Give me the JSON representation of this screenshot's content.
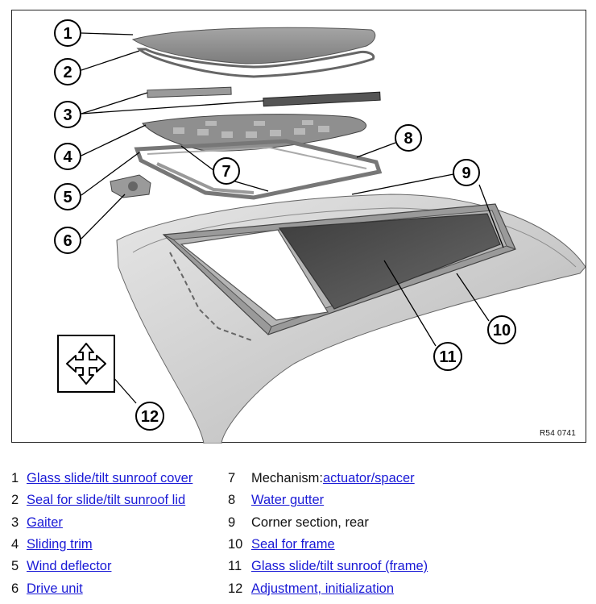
{
  "figure": {
    "reference_code": "R54 0741",
    "callouts": [
      "1",
      "2",
      "3",
      "4",
      "5",
      "6",
      "7",
      "8",
      "9",
      "10",
      "11",
      "12"
    ]
  },
  "legend": {
    "left": [
      {
        "num": "1",
        "prefix": "",
        "link": "Glass slide/tilt sunroof cover"
      },
      {
        "num": "2",
        "prefix": "",
        "link": "Seal for slide/tilt sunroof lid"
      },
      {
        "num": "3",
        "prefix": "",
        "link": "Gaiter"
      },
      {
        "num": "4",
        "prefix": "",
        "link": "Sliding trim"
      },
      {
        "num": "5",
        "prefix": "",
        "link": "Wind deflector"
      },
      {
        "num": "6",
        "prefix": "",
        "link": "Drive unit"
      }
    ],
    "right": [
      {
        "num": "7",
        "prefix": "Mechanism: ",
        "link": "actuator/spacer"
      },
      {
        "num": "8",
        "prefix": "",
        "link": "Water gutter"
      },
      {
        "num": "9",
        "prefix": "Corner section, rear",
        "link": ""
      },
      {
        "num": "10",
        "prefix": "",
        "link": "Seal for frame"
      },
      {
        "num": "11",
        "prefix": "",
        "link": "Glass slide/tilt sunroof (frame)"
      },
      {
        "num": "12",
        "prefix": "",
        "link": "Adjustment, initialization"
      }
    ]
  }
}
